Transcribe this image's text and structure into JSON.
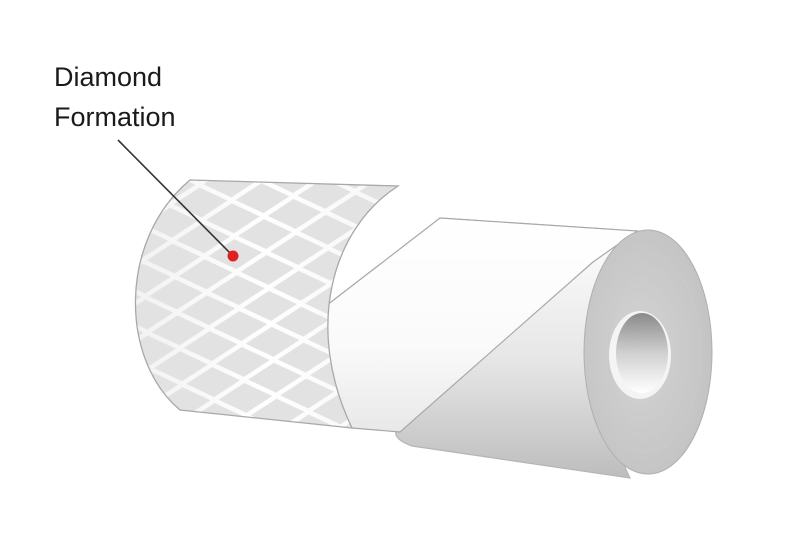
{
  "callout": {
    "line1": "Diamond",
    "line2": "Formation",
    "marker_color": "#e02020"
  },
  "illustration": {
    "subject": "paper-roll",
    "pattern": "diamond"
  }
}
